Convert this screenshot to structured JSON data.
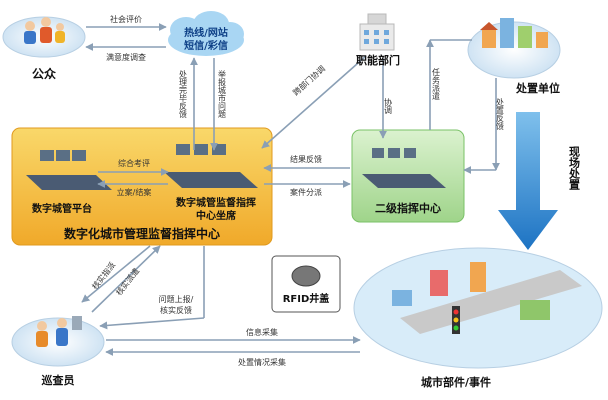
{
  "nodes": {
    "public": "公众",
    "hotline": [
      "热线/网站",
      "短信/彩信"
    ],
    "functional_dept": "职能部门",
    "disposal_unit": "处置单位",
    "platform": "数字城管平台",
    "seat": [
      "数字城管监督指挥",
      "中心坐席"
    ],
    "center": "数字化城市管理监督指挥中心",
    "second_center": "二级指挥中心",
    "inspector": "巡查员",
    "city_parts": "城市部件/事件",
    "rfid": "RFID井盖",
    "onsite": "现场处置"
  },
  "edges": {
    "social_eval": "社会评价",
    "satisfaction": "满意度调查",
    "process_feedback": "处理完毕反馈",
    "report_problem": "举报城市问题",
    "cross_dept": "跨部门协调",
    "coordinate": "协调",
    "task_dispatch": "任务派遣",
    "disposal_feedback": "处置反馈",
    "comprehensive_eval": "综合考评",
    "filing_close": "立案/结案",
    "result_feedback": "结果反馈",
    "case_dispatch": "案件分派",
    "verify_assign": "核实指派",
    "verify_dispatch": "核实派遣",
    "problem_report": [
      "问题上报/",
      "核实反馈"
    ],
    "info_collect": "信息采集",
    "disposal_collect": "处置情况采集"
  },
  "colors": {
    "platform_fill": "#f7c33a",
    "second_fill": "#bfe6b0",
    "arrow": "#8a9fb5",
    "big_arrow": "#2f8fd2"
  }
}
